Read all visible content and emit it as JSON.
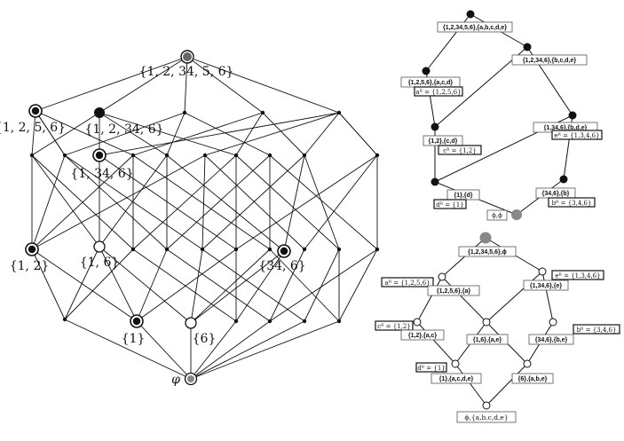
{
  "left_lattice": {
    "labels": {
      "top": "{1, 2, 34, 5, 6}",
      "n1256": "{1, 2, 5, 6}",
      "n12346": "{1, 2, 34, 6}",
      "n1346": "{1, 34, 6}",
      "n12": "{1, 2}",
      "n16": "{1, 6}",
      "n346": "{34, 6}",
      "n1": "{1}",
      "n6": "{6}",
      "bottom": "φ"
    }
  },
  "top_right_diagram": {
    "labels": {
      "a": "{1,2,34,5,6},{a,b,c,d,e}",
      "b": "{1,2,34,6},{b,c,d,e}",
      "c": "{1,2,5,6},{a,c,d}",
      "c_ann": "aᴿ = {1,2,5,6}",
      "d": "{1,34,6},{b,d,e}",
      "d_ann": "eᴿ = {1,3,4,6}",
      "e": "{1,2},{c,d}",
      "e_ann": "cᴿ = {1,2}",
      "f": "{1},{d}",
      "f_ann": "dᴿ = {1}",
      "g": "{34,6},{b}",
      "g_ann": "bᴿ = {3,4,6}",
      "h": "ϕ,ϕ"
    }
  },
  "bottom_right_diagram": {
    "labels": {
      "top": "{1,2,34,5,6},ϕ",
      "l1": "{1,2,5,6},{a}",
      "l1_ann": "aᴿ = {1,2,5,6}",
      "r1": "{1,34,6},{e}",
      "r1_ann": "eᴿ = {1,3,4,6}",
      "l2": "{1,2},{a,c}",
      "l2_ann": "cᴿ = {1,2}",
      "m2": "{1,6},{a,e}",
      "r2": "{34,6},{b,e}",
      "r2_ann": "bᴿ = {3,4,6}",
      "l3": "{1},{a,c,d,e}",
      "l3_ann": "dᴿ = {1}",
      "r3": "{6},{a,b,e}",
      "bottom": "ϕ,{a,b,c,d,e}"
    }
  }
}
